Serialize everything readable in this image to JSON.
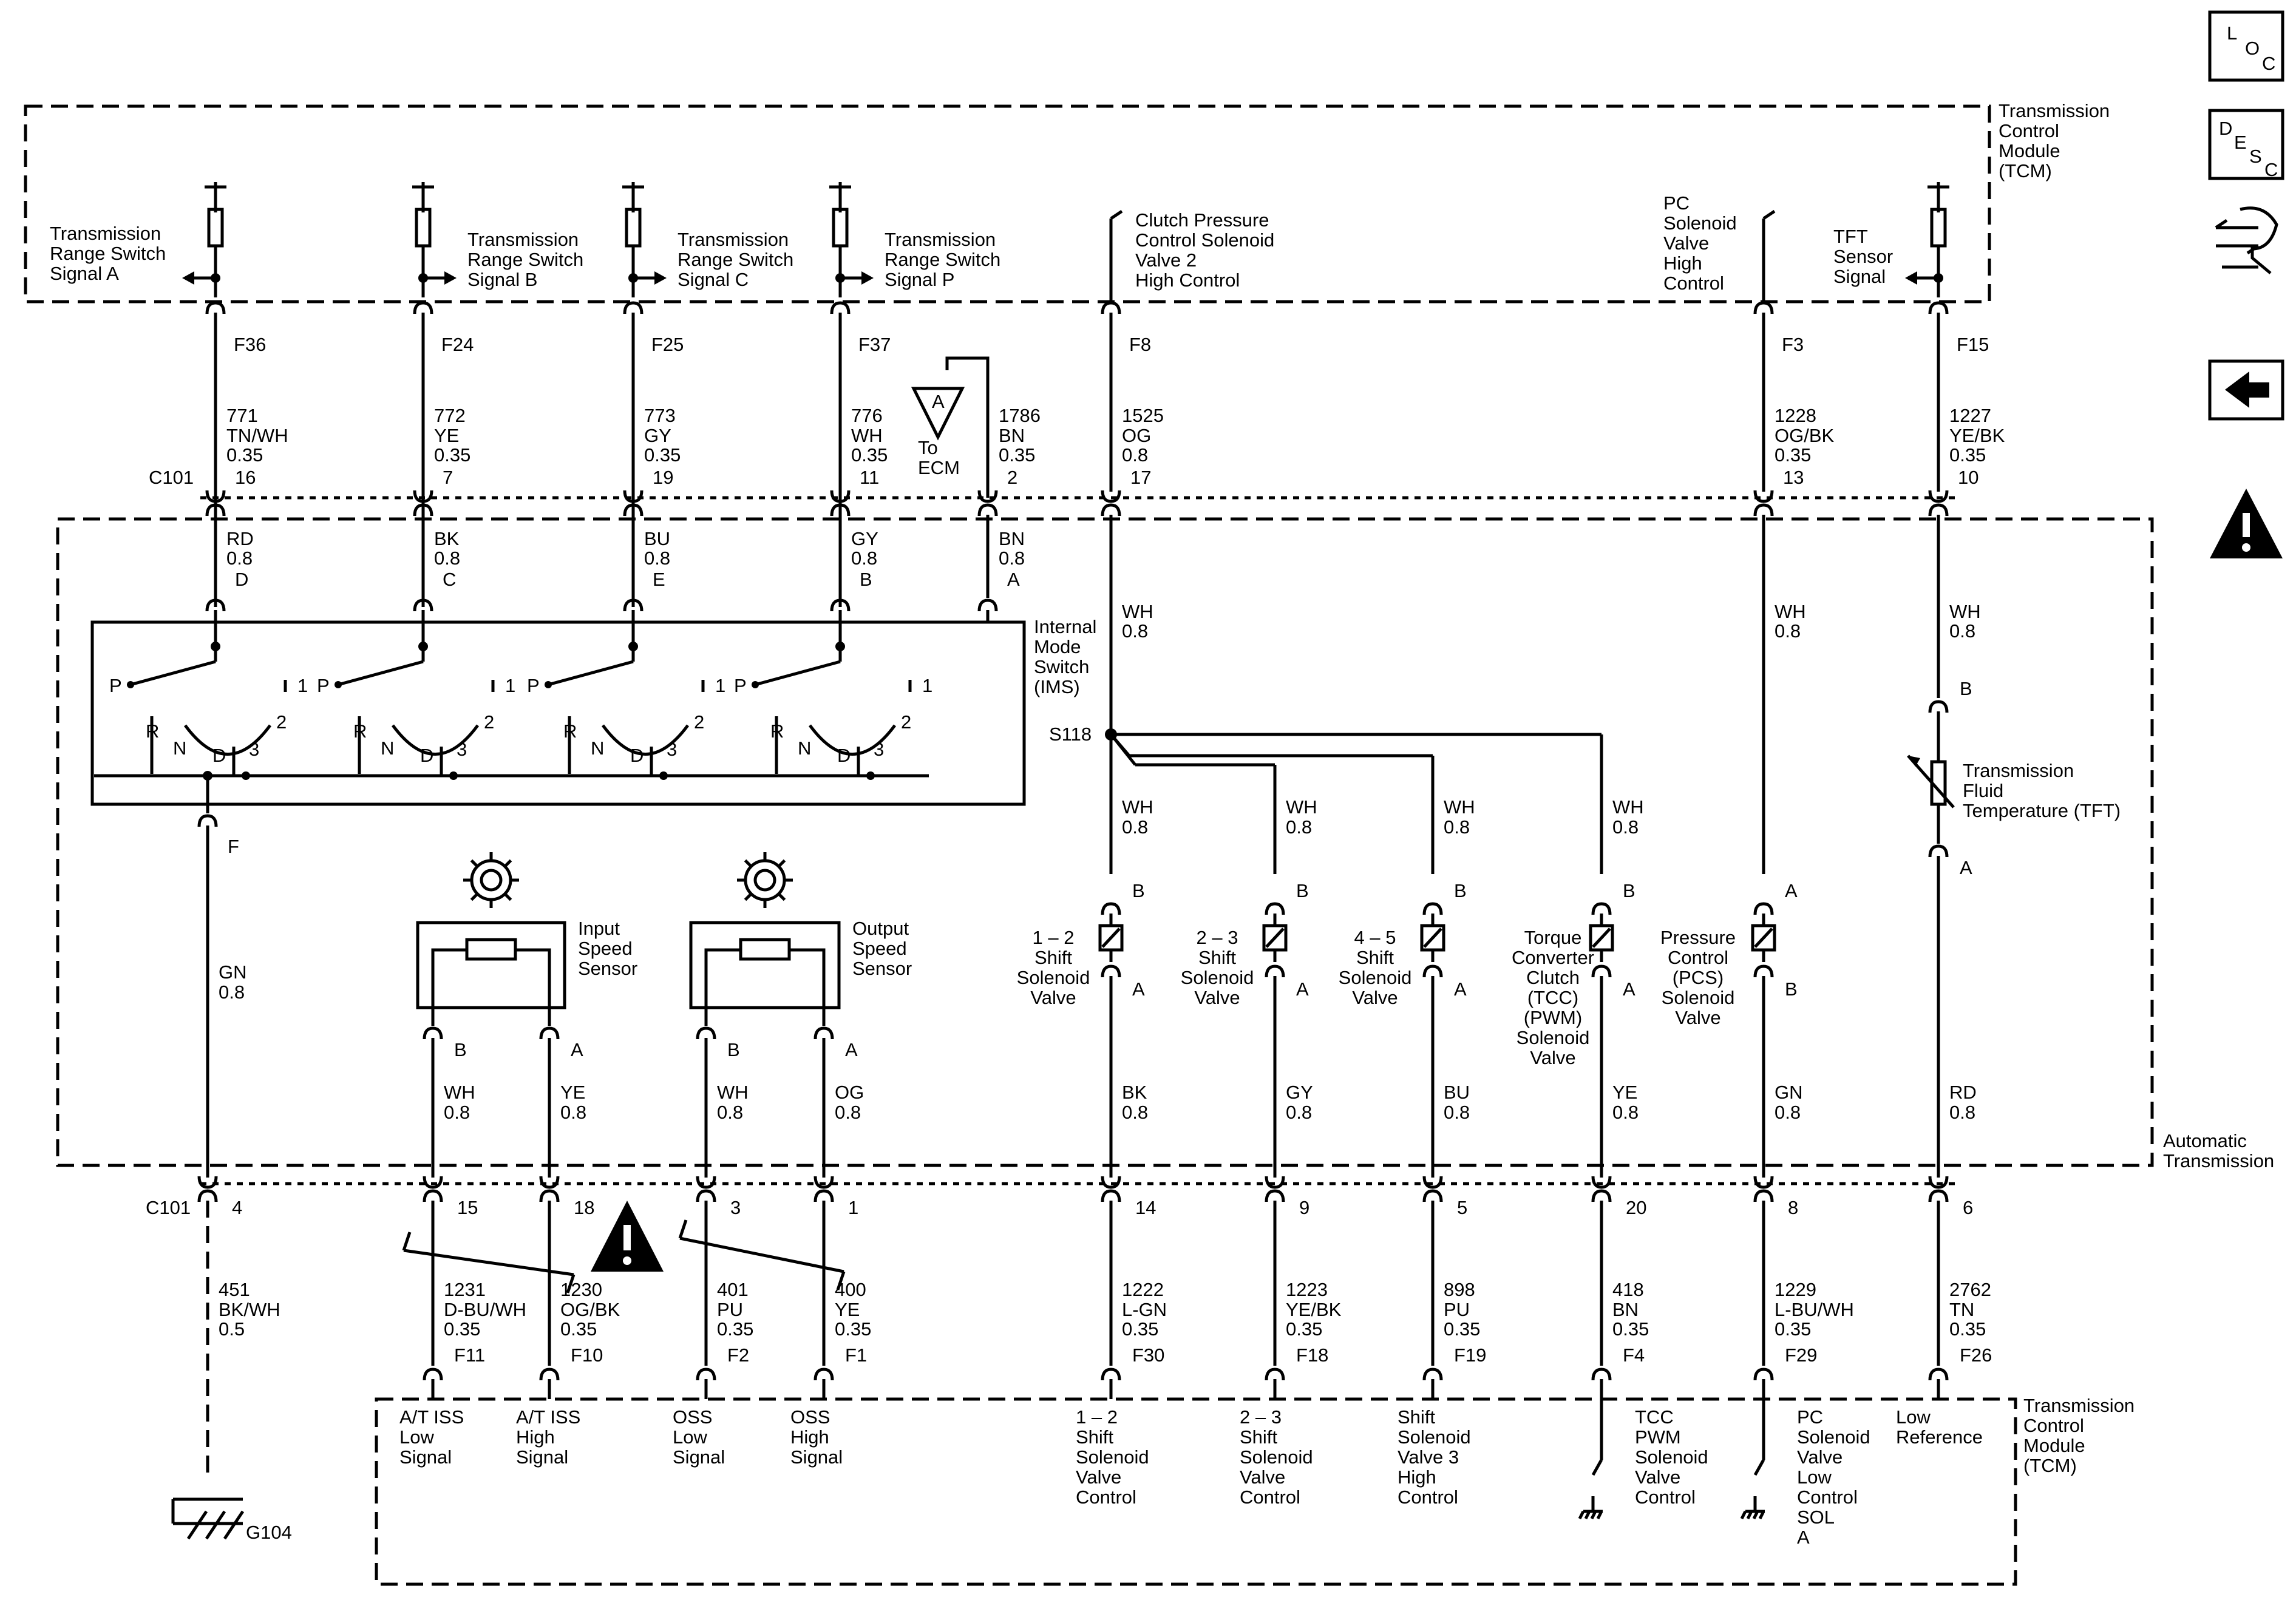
{
  "side_icons": {
    "loc": [
      "L",
      "O",
      "C"
    ],
    "desc": [
      "D",
      "E",
      "S",
      "C"
    ]
  },
  "modules": {
    "tcm_top": [
      "Transmission",
      "Control",
      "Module",
      "(TCM)"
    ],
    "tcm_bottom": [
      "Transmission",
      "Control",
      "Module",
      "(TCM)"
    ],
    "auto_trans": [
      "Automatic",
      "Transmission"
    ]
  },
  "connectors": {
    "c101_top": "C101",
    "c101_bottom": "C101",
    "s118": "S118",
    "ground": "G104"
  },
  "top_signals": [
    {
      "label": [
        "Transmission",
        "Range Switch",
        "Signal A"
      ],
      "pin": "F36",
      "circuit": "771",
      "color": "TN/WH",
      "gauge": "0.35",
      "c101": "16",
      "ims_color": "RD",
      "ims_gauge": "0.8",
      "ims_pin": "D"
    },
    {
      "label": [
        "Transmission",
        "Range Switch",
        "Signal B"
      ],
      "pin": "F24",
      "circuit": "772",
      "color": "YE",
      "gauge": "0.35",
      "c101": "7",
      "ims_color": "BK",
      "ims_gauge": "0.8",
      "ims_pin": "C"
    },
    {
      "label": [
        "Transmission",
        "Range Switch",
        "Signal C"
      ],
      "pin": "F25",
      "circuit": "773",
      "color": "GY",
      "gauge": "0.35",
      "c101": "19",
      "ims_color": "BU",
      "ims_gauge": "0.8",
      "ims_pin": "E"
    },
    {
      "label": [
        "Transmission",
        "Range Switch",
        "Signal P"
      ],
      "pin": "F37",
      "circuit": "776",
      "color": "WH",
      "gauge": "0.35",
      "c101": "11",
      "ims_color": "GY",
      "ims_gauge": "0.8",
      "ims_pin": "B"
    }
  ],
  "to_ecm": {
    "ref": "A",
    "label": [
      "To",
      "ECM"
    ],
    "circuit": "1786",
    "color": "BN",
    "gauge": "0.35",
    "c101": "2",
    "ims_color": "BN",
    "ims_gauge": "0.8",
    "ims_pin": "A"
  },
  "clutch_pc": {
    "label": [
      "Clutch Pressure",
      "Control Solenoid",
      "Valve 2",
      "High Control"
    ],
    "pin": "F8",
    "circuit": "1525",
    "color": "OG",
    "gauge": "0.8",
    "c101": "17",
    "inner_color": "WH",
    "inner_gauge": "0.8"
  },
  "pc_sol": {
    "label": [
      "PC",
      "Solenoid",
      "Valve",
      "High",
      "Control"
    ],
    "pin": "F3",
    "circuit": "1228",
    "color": "OG/BK",
    "gauge": "0.35",
    "c101": "13",
    "inner_color": "WH",
    "inner_gauge": "0.8"
  },
  "tft": {
    "label": [
      "TFT",
      "Sensor",
      "Signal"
    ],
    "pin": "F15",
    "circuit": "1227",
    "color": "YE/BK",
    "gauge": "0.35",
    "c101": "10",
    "inner_color": "WH",
    "inner_gauge": "0.8",
    "pin_b": "B",
    "pin_a": "A",
    "sensor": [
      "Transmission",
      "Fluid",
      "Temperature (TFT)"
    ]
  },
  "ims": {
    "name": [
      "Internal",
      "Mode",
      "Switch",
      "(IMS)"
    ],
    "pin_f": "F",
    "sw": [
      {
        "p": "P",
        "r": "R",
        "n": "N",
        "d": "D",
        "n1": "1",
        "n2": "2",
        "n3": "3"
      },
      {
        "p": "P",
        "r": "R",
        "n": "N",
        "d": "D",
        "n1": "1",
        "n2": "2",
        "n3": "3"
      },
      {
        "p": "P",
        "r": "R",
        "n": "N",
        "d": "D",
        "n1": "1",
        "n2": "2",
        "n3": "3"
      },
      {
        "p": "P",
        "r": "R",
        "n": "N",
        "d": "D",
        "n1": "1",
        "n2": "2",
        "n3": "3"
      }
    ]
  },
  "gnd_wire": {
    "inner_color": "GN",
    "inner_gauge": "0.8",
    "c101": "4",
    "circuit": "451",
    "color": "BK/WH",
    "gauge": "0.5"
  },
  "speed_sensors": [
    {
      "name": [
        "Input",
        "Speed",
        "Sensor"
      ],
      "b": {
        "pin": "B",
        "color": "WH",
        "gauge": "0.8",
        "c101": "15",
        "circuit": "1231",
        "ocolor": "D-BU/WH",
        "ogauge": "0.35",
        "tcm_pin": "F11",
        "tcm_label": [
          "A/T ISS",
          "Low",
          "Signal"
        ]
      },
      "a": {
        "pin": "A",
        "color": "YE",
        "gauge": "0.8",
        "c101": "18",
        "circuit": "1230",
        "ocolor": "OG/BK",
        "ogauge": "0.35",
        "tcm_pin": "F10",
        "tcm_label": [
          "A/T ISS",
          "High",
          "Signal"
        ]
      }
    },
    {
      "name": [
        "Output",
        "Speed",
        "Sensor"
      ],
      "b": {
        "pin": "B",
        "color": "WH",
        "gauge": "0.8",
        "c101": "3",
        "circuit": "401",
        "ocolor": "PU",
        "ogauge": "0.35",
        "tcm_pin": "F2",
        "tcm_label": [
          "OSS",
          "Low",
          "Signal"
        ]
      },
      "a": {
        "pin": "A",
        "color": "OG",
        "gauge": "0.8",
        "c101": "1",
        "circuit": "400",
        "ocolor": "YE",
        "ogauge": "0.35",
        "tcm_pin": "F1",
        "tcm_label": [
          "OSS",
          "High",
          "Signal"
        ]
      }
    }
  ],
  "solenoids": [
    {
      "name": [
        "1 – 2",
        "Shift",
        "Solenoid",
        "Valve"
      ],
      "in_color": "WH",
      "in_gauge": "0.8",
      "pin_top": "B",
      "pin_bot": "A",
      "out_color": "BK",
      "out_gauge": "0.8",
      "c101": "14",
      "circuit": "1222",
      "ocolor": "L-GN",
      "ogauge": "0.35",
      "tcm_pin": "F30",
      "tcm_label": [
        "1 – 2",
        "Shift",
        "Solenoid",
        "Valve",
        "Control"
      ]
    },
    {
      "name": [
        "2 – 3",
        "Shift",
        "Solenoid",
        "Valve"
      ],
      "in_color": "WH",
      "in_gauge": "0.8",
      "pin_top": "B",
      "pin_bot": "A",
      "out_color": "GY",
      "out_gauge": "0.8",
      "c101": "9",
      "circuit": "1223",
      "ocolor": "YE/BK",
      "ogauge": "0.35",
      "tcm_pin": "F18",
      "tcm_label": [
        "2 – 3",
        "Shift",
        "Solenoid",
        "Valve",
        "Control"
      ]
    },
    {
      "name": [
        "4 – 5",
        "Shift",
        "Solenoid",
        "Valve"
      ],
      "in_color": "WH",
      "in_gauge": "0.8",
      "pin_top": "B",
      "pin_bot": "A",
      "out_color": "BU",
      "out_gauge": "0.8",
      "c101": "5",
      "circuit": "898",
      "ocolor": "PU",
      "ogauge": "0.35",
      "tcm_pin": "F19",
      "tcm_label": [
        "Shift",
        "Solenoid",
        "Valve 3",
        "High",
        "Control"
      ]
    },
    {
      "name": [
        "Torque",
        "Converter",
        "Clutch",
        "(TCC)",
        "(PWM)",
        "Solenoid",
        "Valve"
      ],
      "in_color": "WH",
      "in_gauge": "0.8",
      "pin_top": "B",
      "pin_bot": "A",
      "out_color": "YE",
      "out_gauge": "0.8",
      "c101": "20",
      "circuit": "418",
      "ocolor": "BN",
      "ogauge": "0.35",
      "tcm_pin": "F4",
      "tcm_label": [
        "TCC",
        "PWM",
        "Solenoid",
        "Valve",
        "Control"
      ]
    },
    {
      "name": [
        "Pressure",
        "Control",
        "(PCS)",
        "Solenoid",
        "Valve"
      ],
      "pin_top": "A",
      "pin_bot": "B",
      "out_color": "GN",
      "out_gauge": "0.8",
      "c101": "8",
      "circuit": "1229",
      "ocolor": "L-BU/WH",
      "ogauge": "0.35",
      "tcm_pin": "F29",
      "tcm_label": [
        "PC",
        "Solenoid",
        "Valve",
        "Low",
        "Control",
        "SOL",
        "A"
      ]
    }
  ],
  "tft_bottom": {
    "out_color": "RD",
    "out_gauge": "0.8",
    "c101": "6",
    "circuit": "2762",
    "ocolor": "TN",
    "ogauge": "0.35",
    "tcm_pin": "F26",
    "tcm_label": [
      "Low",
      "Reference"
    ]
  }
}
